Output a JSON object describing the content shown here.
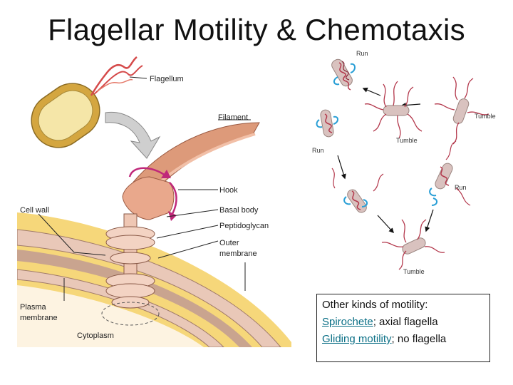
{
  "title": "Flagellar Motility & Chemotaxis",
  "flagellum_diagram": {
    "labels": {
      "flagellum": "Flagellum",
      "filament": "Filament",
      "hook": "Hook",
      "basal_body": "Basal body",
      "peptidoglycan": "Peptidoglycan",
      "outer_membrane_1": "Outer",
      "outer_membrane_2": "membrane",
      "cell_wall": "Cell wall",
      "plasma_membrane_1": "Plasma",
      "plasma_membrane_2": "membrane",
      "cytoplasm": "Cytoplasm"
    }
  },
  "chemotaxis_diagram": {
    "labels": {
      "run_top": "Run",
      "tumble_right": "Tumble",
      "tumble_center": "Tumble",
      "run_left": "Run",
      "run_right": "Run",
      "tumble_bottom": "Tumble"
    }
  },
  "note": {
    "heading": "Other kinds of motility:",
    "items": [
      {
        "link": "Spirochete",
        "rest": "; axial flagella"
      },
      {
        "link": "Gliding motility",
        "rest": "; no flagella"
      }
    ]
  },
  "colors": {
    "wall_yellow": "#f6d77a",
    "wall_tan": "#e9c8b8",
    "filament": "#dd9a7a",
    "flagella": "#b3374b",
    "arrow_magenta": "#c0287a",
    "swirl_blue": "#2a9fd6"
  }
}
